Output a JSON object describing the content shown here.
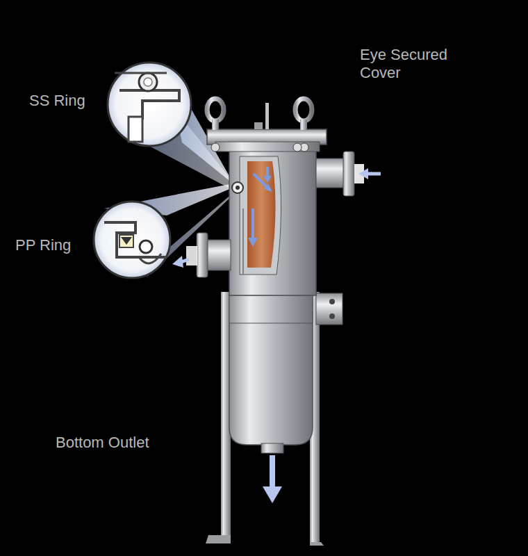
{
  "diagram": {
    "labels": [
      "Eye Secured Cover",
      "SS Ring",
      "PP Ring",
      "Bottom Outlet"
    ]
  }
}
